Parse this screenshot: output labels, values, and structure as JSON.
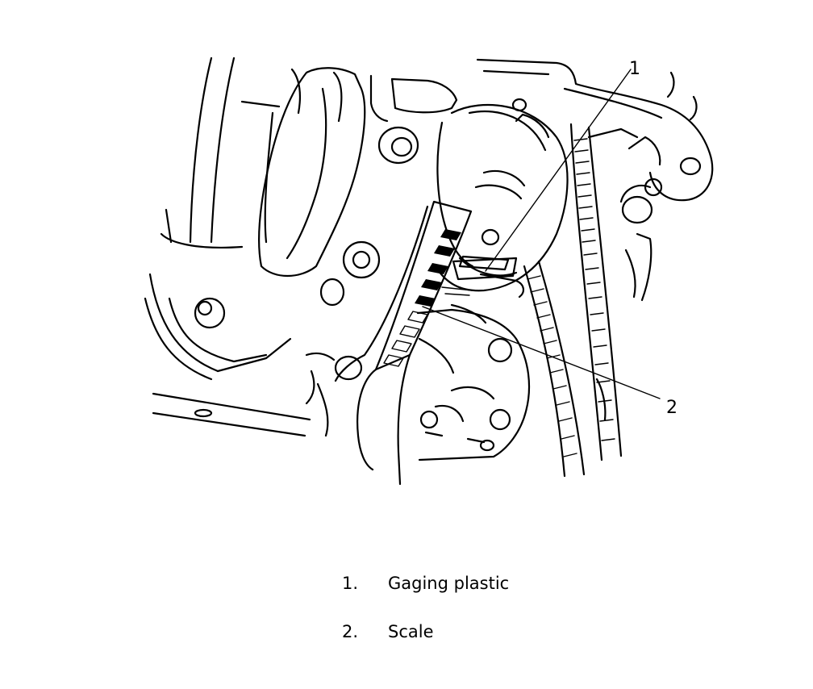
{
  "callouts": [
    {
      "number": "1",
      "target": "gaging-plastic"
    },
    {
      "number": "2",
      "target": "scale"
    }
  ],
  "legend": [
    {
      "number": "1.",
      "label": "Gaging plastic"
    },
    {
      "number": "2.",
      "label": "Scale"
    }
  ],
  "colors": {
    "ink": "#000000",
    "paper": "#ffffff"
  }
}
